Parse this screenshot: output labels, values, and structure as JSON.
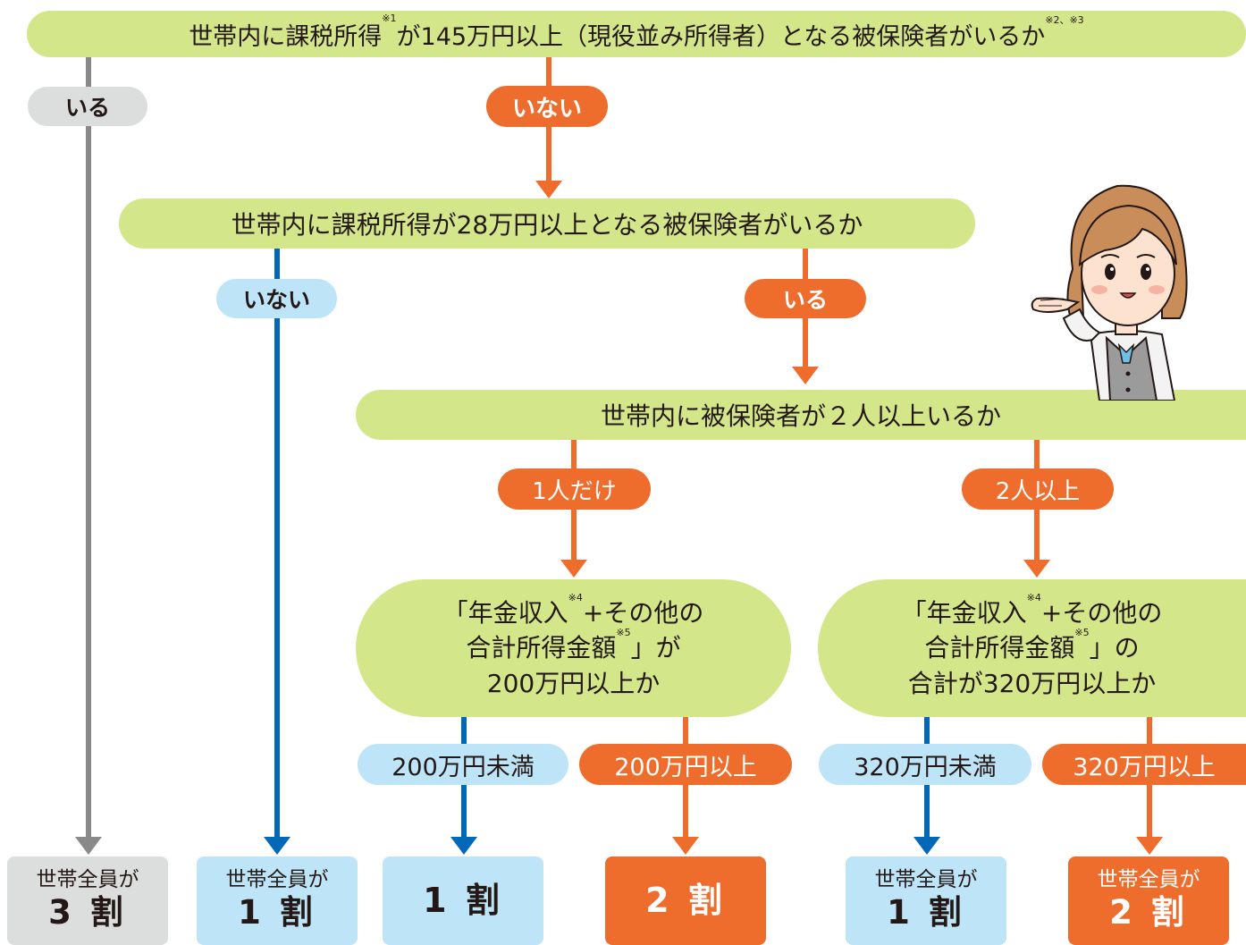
{
  "q1": {
    "p1": "世帯内に課税所得",
    "s1": "※1",
    "p2": "が145万円以上（現役並み所得者）となる被保険者がいるか",
    "s2": "※2、※3"
  },
  "q1_yes": "いる",
  "q1_no": "いない",
  "q2": "世帯内に課税所得が28万円以上となる被保険者がいるか",
  "q2_no": "いない",
  "q2_yes": "いる",
  "q3": "世帯内に被保険者が２人以上いるか",
  "q3_one": "1人だけ",
  "q3_two": "2人以上",
  "q4a": {
    "l1a": "「年金収入",
    "s1": "※4",
    "l1b": "+その他の",
    "l2a": "合計所得金額",
    "s2": "※5",
    "l2b": "」が",
    "l3": "200万円以上か"
  },
  "q4b": {
    "l1a": "「年金収入",
    "s1": "※4",
    "l1b": "+その他の",
    "l2a": "合計所得金額",
    "s2": "※5",
    "l2b": "」の",
    "l3": "合計が320万円以上か"
  },
  "b200_under": "200万円未満",
  "b200_over": "200万円以上",
  "b320_under": "320万円未満",
  "b320_over": "320万円以上",
  "r1": {
    "top": "世帯全員が",
    "bot": "3 割"
  },
  "r2": {
    "top": "世帯全員が",
    "bot": "1 割"
  },
  "r3": {
    "bot": "1 割"
  },
  "r4": {
    "bot": "2 割"
  },
  "r5": {
    "top": "世帯全員が",
    "bot": "1 割"
  },
  "r6": {
    "top": "世帯全員が",
    "bot": "2 割"
  },
  "colors": {
    "green": "#d4e68a",
    "orange": "#ee6d2c",
    "blue": "#0068b7",
    "light_blue": "#bde4f7",
    "gray": "#898989",
    "light_gray": "#dcdddd"
  }
}
